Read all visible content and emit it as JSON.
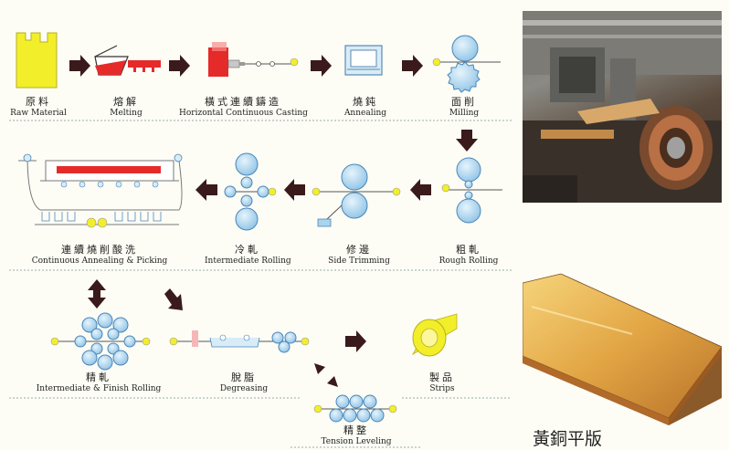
{
  "steps": {
    "raw": {
      "zh": "原料",
      "en": "Raw Material"
    },
    "melting": {
      "zh": "熔解",
      "en": "Melting"
    },
    "casting": {
      "zh": "橫式連續鑄造",
      "en": "Horizontal Continuous Casting"
    },
    "annealing": {
      "zh": "燒鈍",
      "en": "Annealing"
    },
    "milling": {
      "zh": "面削",
      "en": "Milling"
    },
    "rough": {
      "zh": "粗軋",
      "en": "Rough Rolling"
    },
    "side": {
      "zh": "修邊",
      "en": "Side Trimming"
    },
    "cold": {
      "zh": "冷軋",
      "en": "Intermediate Rolling"
    },
    "cap": {
      "zh": "連續燒削酸洗",
      "en": "Continuous Annealing & Picking"
    },
    "finish": {
      "zh": "精軋",
      "en": "Intermediate & Finish Rolling"
    },
    "degrease": {
      "zh": "脫脂",
      "en": "Degreasing"
    },
    "strips": {
      "zh": "製品",
      "en": "Strips"
    },
    "tension": {
      "zh": "精整",
      "en": "Tension Leveling"
    }
  },
  "photos": {
    "mill_photo_icon": "rolling-mill-photo",
    "plate_caption": "黃銅平版"
  },
  "colors": {
    "arrow": "#3a1a1a",
    "roller_fill": "#a8d4ee",
    "roller_stroke": "#4a86b8",
    "strip_line": "#555555",
    "yellow": "#f2ee2a",
    "red": "#e52a2a",
    "dotted": "#9aa"
  }
}
